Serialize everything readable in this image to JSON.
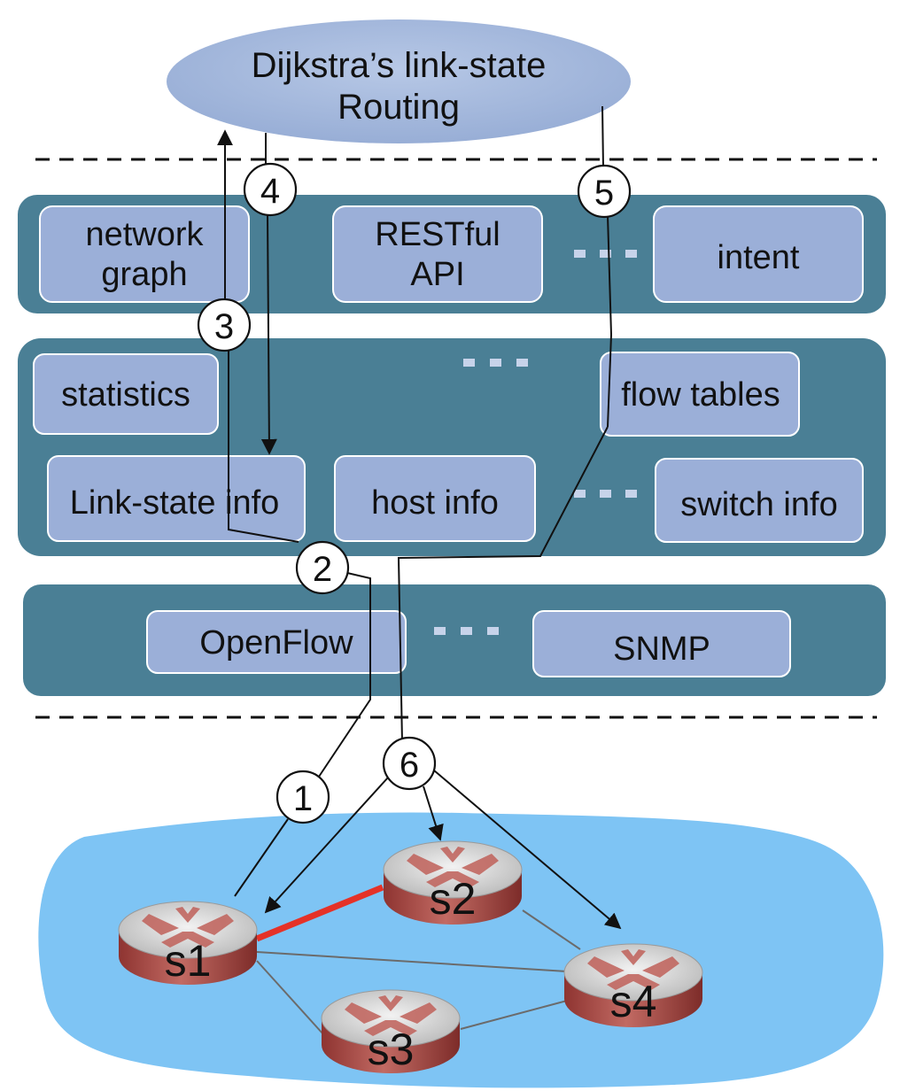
{
  "top": {
    "algorithm": [
      "Dijkstra’s link-state",
      "Routing"
    ]
  },
  "layer_apps": {
    "network_graph": [
      "network",
      "graph"
    ],
    "restful_api": [
      "RESTful",
      "API"
    ],
    "intent": "intent"
  },
  "layer_state": {
    "statistics": "statistics",
    "flow_tables": "flow tables",
    "link_state_info": "Link-state info",
    "host_info": "host info",
    "switch_info": "switch info"
  },
  "layer_protocols": {
    "openflow": "OpenFlow",
    "snmp": "SNMP"
  },
  "steps": [
    "1",
    "2",
    "3",
    "4",
    "5",
    "6"
  ],
  "switches": [
    "s1",
    "s2",
    "s3",
    "s4"
  ],
  "colors": {
    "ellipse": "#a3b7da",
    "layer_band": "#4a7f95",
    "module_box": "#9bafd8",
    "network_cloud": "#7ec4f4",
    "failed_link": "#e53228",
    "router_body": "#b2504c"
  }
}
